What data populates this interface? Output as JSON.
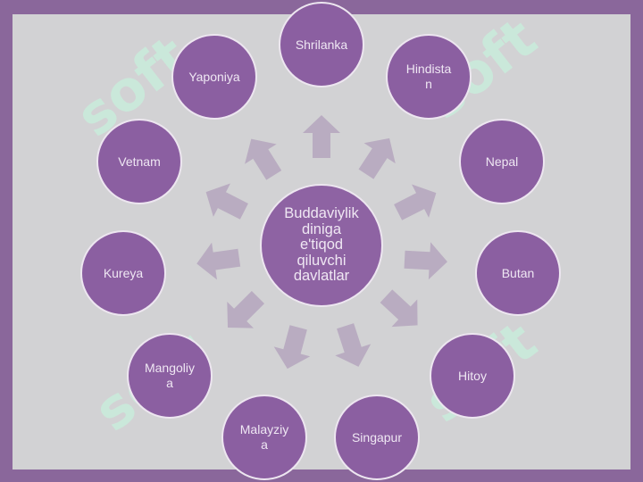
{
  "diagram": {
    "center_label": "Buddaviylik\ndiniga\ne'tiqod\nqiluvchi\ndavlatlar",
    "countries": [
      "Shrilanka",
      "Hindista\nn",
      "Nepal",
      "Butan",
      "Hitoy",
      "Singapur",
      "Malayziy\na",
      "Mangoliy\na",
      "Kureya",
      "Vetnam",
      "Yaponiya"
    ]
  },
  "watermark": {
    "text": "soft"
  },
  "colors": {
    "frame": "#8a679b",
    "panel": "#d2d2d4",
    "circle_fill": "#8b5fa1",
    "circle_border": "#ede6f0",
    "arrow": "#b5a6bd",
    "watermark": "#c8f0dc"
  }
}
